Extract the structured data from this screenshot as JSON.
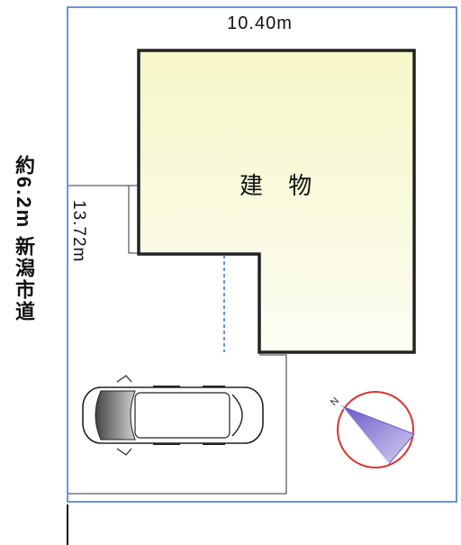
{
  "plot": {
    "frontage_label": "10.40m",
    "depth_label": "13.72m",
    "road_label": "約6.2m 新潟市道",
    "building_label": "建 物"
  },
  "compass": {
    "north_symbol": "N"
  },
  "colors": {
    "lot_border": "#3a6fd8",
    "building_fill": "#fdfde6",
    "building_outline": "#222222",
    "compass_ring": "#e03030",
    "compass_arrow": "#9a84d8"
  }
}
